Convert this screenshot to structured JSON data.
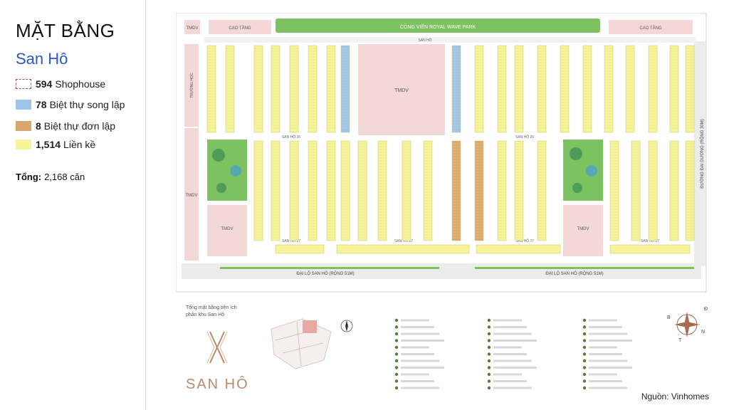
{
  "heading": "MẶT BẰNG",
  "subheading": "San Hô",
  "legend": [
    {
      "count": "594",
      "label": "Shophouse",
      "color": "#ffffff",
      "border": "#b24a4a",
      "dashed": true
    },
    {
      "count": "78",
      "label": "Biệt thự song lập",
      "color": "#9ec4ee",
      "border": "#9ec4ee",
      "dashed": false
    },
    {
      "count": "8",
      "label": "Biệt thự đơn lập",
      "color": "#d9a66e",
      "border": "#d9a66e",
      "dashed": false
    },
    {
      "count": "1,514",
      "label": "Liền kề",
      "color": "#f6f39a",
      "border": "#f6f39a",
      "dashed": false
    }
  ],
  "total": {
    "label": "Tổng:",
    "value": "2,168 căn"
  },
  "plan": {
    "park": "CÔNG VIÊN ROYAL WAVE PARK",
    "cao_tang": "CAO TẦNG",
    "tmdv": "TMDV",
    "truong_hoc": "TRƯỜNG HỌC",
    "san_ho": "SAN HÔ",
    "san_ho_26": "SAN HÔ 26",
    "san_ho_27": "SAN HÔ 27",
    "dai_lo": "ĐẠI LỘ SAN HÔ (RỘNG 51M)",
    "duong_dai_duong": "ĐƯỜNG ĐẠI DƯƠNG (RỘNG 30M)",
    "utility_title_1": "Tổng mặt bằng tiện ích",
    "utility_title_2": "phân khu San Hô",
    "brand": "SAN HÔ",
    "compass": [
      "Đ",
      "N",
      "T",
      "B"
    ]
  },
  "colors": {
    "shophouse": "#ffffff",
    "song_lap": "#9ec4ee",
    "don_lap": "#d9a66e",
    "lien_ke": "#f6f39a",
    "park": "#7cc260",
    "road": "#e6e6e6",
    "pink": "#f4d8d8",
    "accent_blue": "#2b58c9"
  },
  "source": "Nguồn: Vinhomes"
}
